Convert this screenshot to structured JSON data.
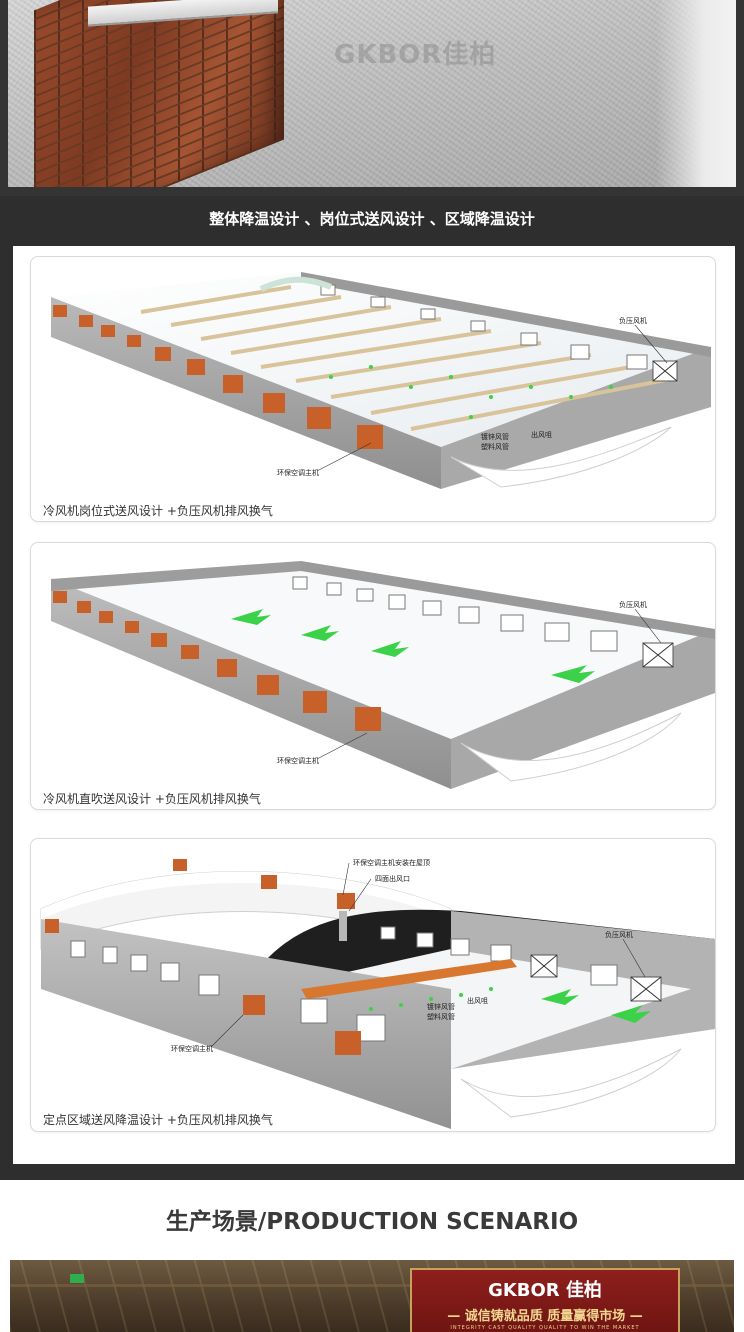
{
  "hero": {
    "watermark": "GKBOR佳柏"
  },
  "section": {
    "title": "整体降温设计 、岗位式送风设计 、区域降温设计"
  },
  "cards": [
    {
      "caption": "冷风机岗位式送风设计 +负压风机排风换气",
      "labels": {
        "fan": "负压风机",
        "outlet": "出风咀",
        "duct1": "镀锌风管",
        "duct2": "塑料风管",
        "unit": "环保空调主机"
      }
    },
    {
      "caption": "冷风机直吹送风设计 +负压风机排风换气",
      "labels": {
        "fan": "负压风机",
        "unit": "环保空调主机"
      }
    },
    {
      "caption": "定点区域送风降温设计 +负压风机排风换气",
      "labels": {
        "roof_unit": "环保空调主机安装在屋顶",
        "four_way": "四面出风口",
        "fan": "负压风机",
        "outlet": "出风咀",
        "duct1": "镀锌风管",
        "duct2": "塑料风管",
        "unit": "环保空调主机"
      }
    }
  ],
  "production": {
    "title": "生产场景/PRODUCTION SCENARIO",
    "banner_brand": "GKBOR 佳柏",
    "banner_slogan": "— 诚信铸就品质  质量赢得市场 —",
    "banner_en": "INTEGRITY CAST QUALITY    QUALITY TO WIN THE MARKET"
  },
  "colors": {
    "dark_bg": "#2e2e2e",
    "unit_orange": "#c8602a",
    "duct_orange": "#d8772f",
    "arrow_green": "#3bd24a",
    "banner_red": "#8e1f1c"
  }
}
